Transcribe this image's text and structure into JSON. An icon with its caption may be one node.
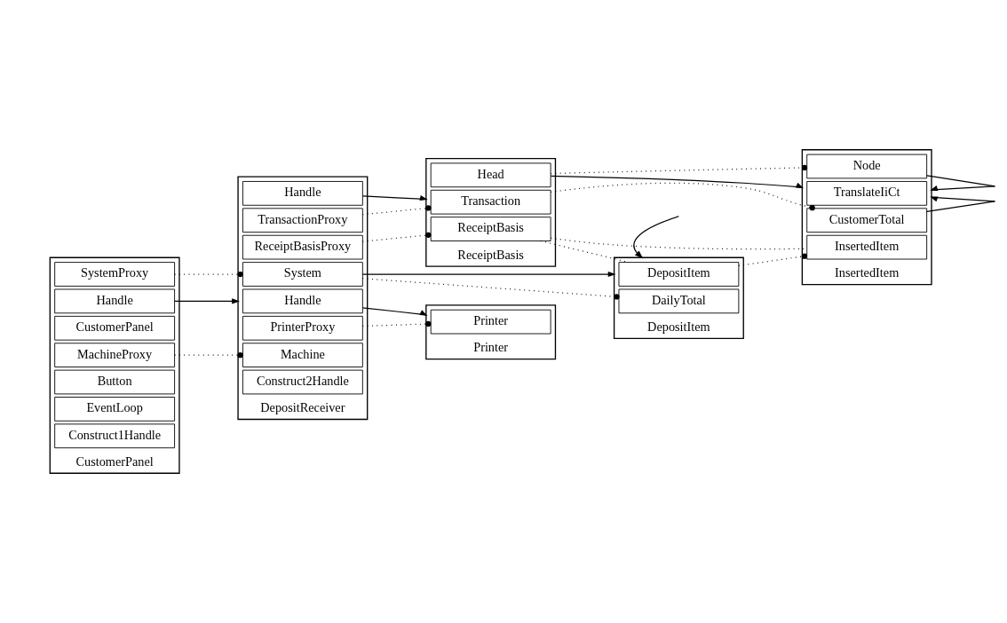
{
  "diagram": {
    "nodes": [
      {
        "text": [
          "CustomerPanel"
        ]
      },
      {
        "text": [
          "Handle"
        ],
        "in": 0
      },
      {
        "text": [
          "SystemProxy"
        ],
        "in": 0
      },
      {
        "text": [
          "CustomerPanel"
        ],
        "in": 0
      },
      {
        "text": [
          "MachineProxy"
        ],
        "in": 0
      },
      {
        "text": [
          "Button"
        ],
        "in": 0
      },
      {
        "text": [
          "EventLoop"
        ],
        "in": 0
      },
      {
        "text": [
          "Construct1Handle"
        ],
        "in": 0
      },
      {
        "text": [
          "DepositReceiver"
        ]
      },
      {
        "text": [
          "Handle"
        ],
        "in": 8
      },
      {
        "text": [
          "TransactionProxy"
        ],
        "in": 8
      },
      {
        "text": [
          "System"
        ],
        "in": 8
      },
      {
        "text": [
          "ReceiptBasisProxy"
        ],
        "in": 8
      },
      {
        "text": [
          "Handle"
        ],
        "in": 8
      },
      {
        "text": [
          "PrinterProxy"
        ],
        "in": 8
      },
      {
        "text": [
          "Machine"
        ],
        "in": 8
      },
      {
        "text": [
          "Construct2Handle"
        ],
        "in": 8
      },
      {
        "text": [
          "DepositItem"
        ]
      },
      {
        "text": [
          "DailyTotal"
        ],
        "in": 17
      },
      {
        "text": [
          "DepositItem"
        ],
        "in": 17
      },
      {
        "text": [
          "Printer"
        ]
      },
      {
        "text": [
          "Printer"
        ],
        "in": 20
      },
      {
        "text": [
          "ReceiptBasis"
        ]
      },
      {
        "text": [
          "Head"
        ],
        "in": 22
      },
      {
        "text": [
          "Transaction"
        ],
        "in": 22
      },
      {
        "text": [
          "ReceiptBasis"
        ],
        "in": 22
      },
      {
        "text": [
          "InsertedItem"
        ]
      },
      {
        "text": [
          "Node"
        ],
        "in": 26
      },
      {
        "text": [
          "CustomerTotal"
        ],
        "in": 26
      },
      {
        "text": [
          "TranslateIiCt"
        ],
        "in": 26
      },
      {
        "text": [
          "InsertedItem"
        ],
        "in": 26
      }
    ],
    "edges": [
      {
        "from": 1,
        "to": 8,
        "arrow": "to"
      },
      {
        "from": 2,
        "to": 11,
        "arrow": "other",
        "style": "dashed"
      },
      {
        "from": 4,
        "to": 15,
        "arrow": "other",
        "style": "dashed"
      },
      {
        "from": 9,
        "to": 22,
        "arrow": "to"
      },
      {
        "from": 10,
        "to": 24,
        "arrow": "other",
        "style": "dashed"
      },
      {
        "from": 11,
        "to": 17,
        "arrow": "to"
      },
      {
        "from": 11,
        "to": 18,
        "arrow": "other",
        "style": "dashed"
      },
      {
        "from": 12,
        "to": 25,
        "arrow": "other",
        "style": "dashed"
      },
      {
        "from": 13,
        "to": 20,
        "arrow": "to"
      },
      {
        "from": 14,
        "to": 21,
        "arrow": "other",
        "style": "dashed"
      },
      {
        "from": null,
        "to": 17,
        "arrow": "to"
      },
      {
        "from": 19,
        "to": 30,
        "arrow": "other",
        "style": "dashed"
      },
      {
        "from": 23,
        "to": 27,
        "arrow": "other",
        "style": "dashed"
      },
      {
        "from": 24,
        "to": 28,
        "arrow": "other",
        "style": "dashed"
      },
      {
        "from": 25,
        "to": 30,
        "arrow": "none",
        "style": "dashed"
      },
      {
        "from": 25,
        "to": 19,
        "arrow": "none",
        "style": "dashed"
      },
      {
        "from": 23,
        "to": 26,
        "arrow": "to"
      },
      {
        "from": 27,
        "to": 26,
        "arrow": "to"
      },
      {
        "from": 28,
        "to": 26,
        "arrow": "to"
      }
    ]
  }
}
